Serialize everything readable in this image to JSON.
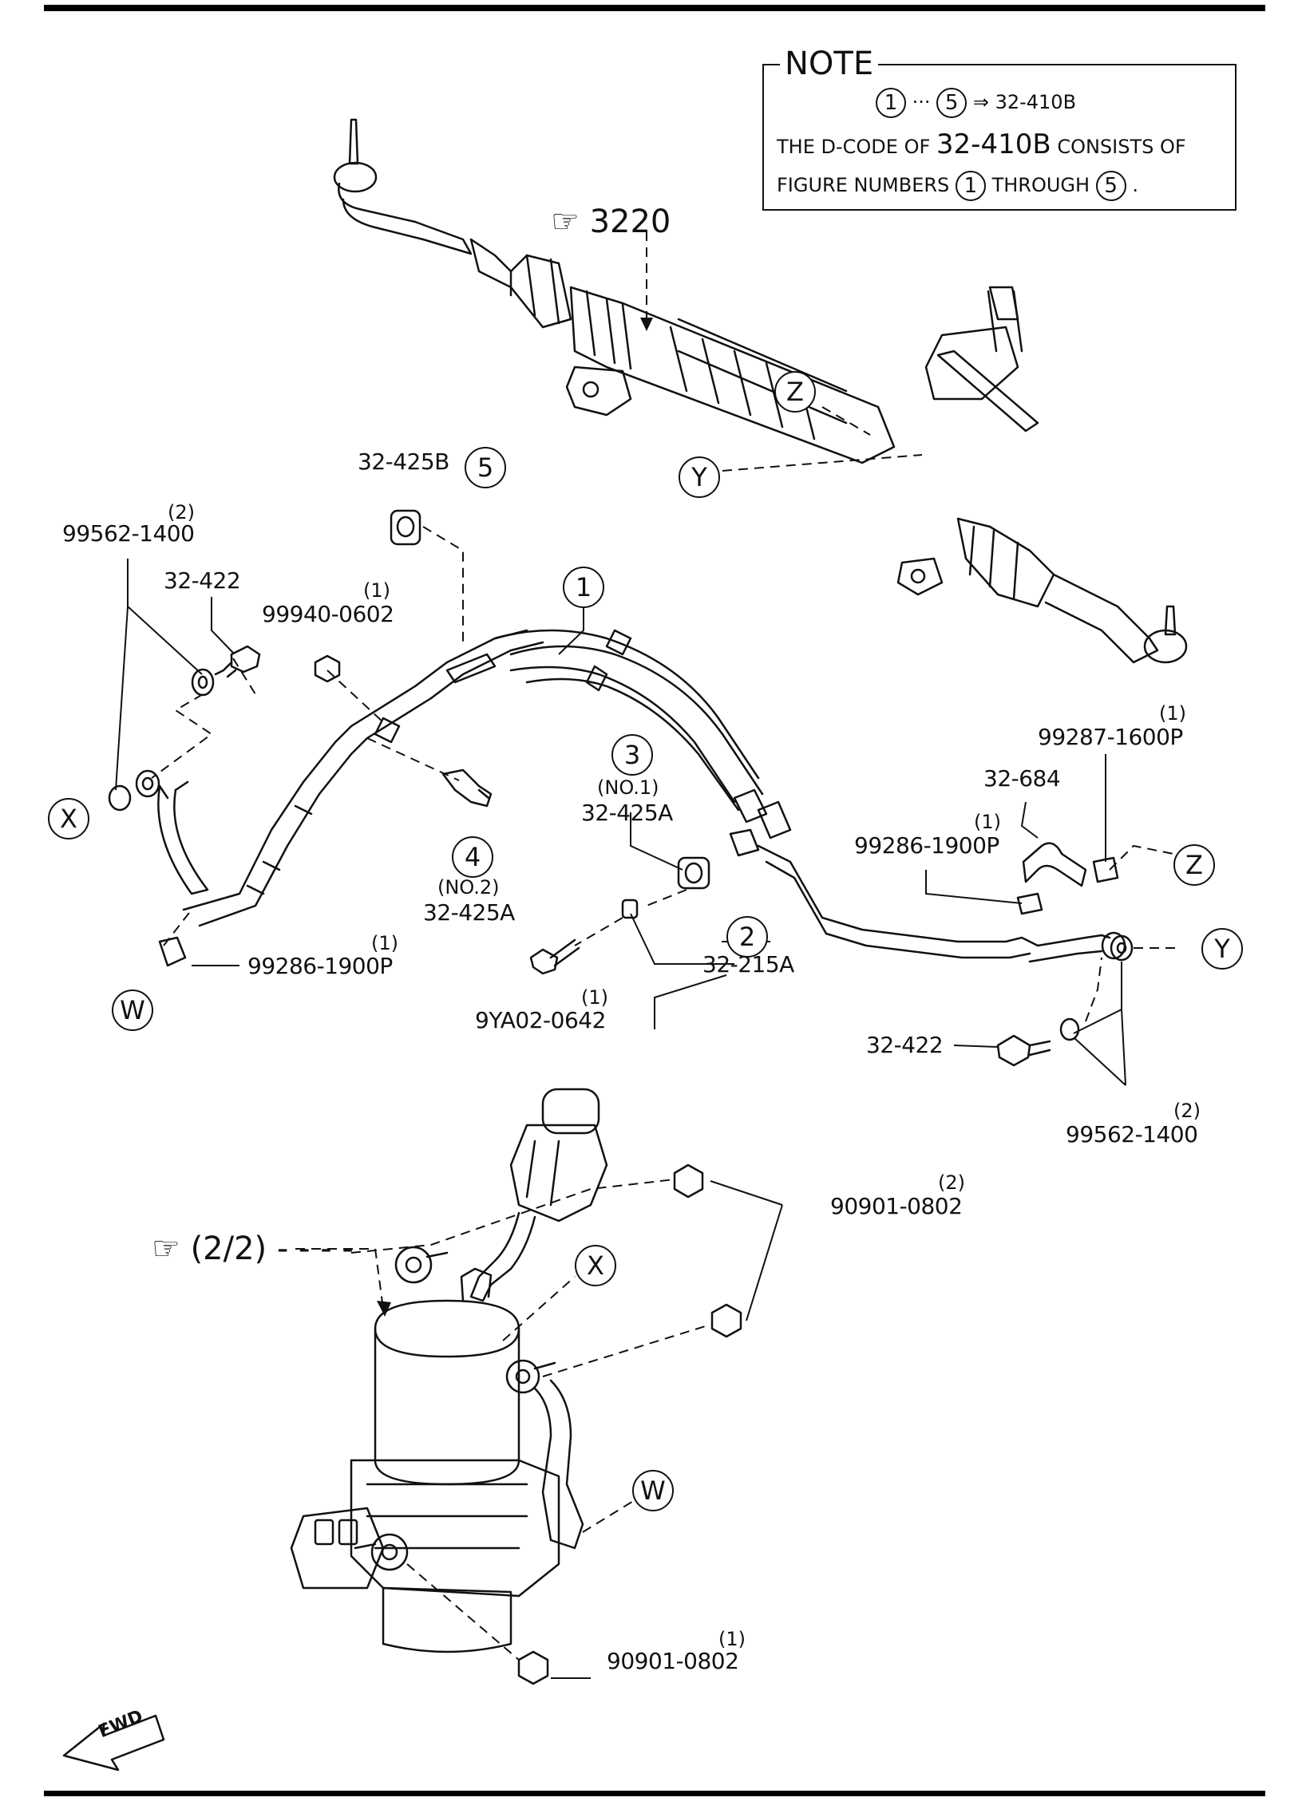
{
  "note": {
    "title": "NOTE",
    "range_from": "1",
    "range_dots": "···",
    "range_to": "5",
    "arrow": "⇒",
    "range_target": "32-410B",
    "line2_pre": "THE D-CODE OF",
    "line2_code": "32-410B",
    "line2_post": "CONSISTS OF",
    "line3_pre": "FIGURE NUMBERS",
    "line3_from": "1",
    "line3_mid": "THROUGH",
    "line3_to": "5",
    "line3_end": "."
  },
  "refs": {
    "ref_3220": "3220",
    "ref_2_2": "(2/2)",
    "hand_icon": "pointing-hand-icon"
  },
  "figure_numbers": {
    "fig1": "1",
    "fig2": "2",
    "fig3": "3",
    "fig4": "4",
    "fig5": "5"
  },
  "connectors": {
    "x_top": "X",
    "w_top": "W",
    "z_top": "Z",
    "y_top": "Y",
    "z_right": "Z",
    "y_right": "Y",
    "x_pump": "X",
    "w_pump": "W"
  },
  "parts": {
    "p_32_425B": "32-425B",
    "p_99562_1400_a_qty": "(2)",
    "p_99562_1400_a": "99562-1400",
    "p_32_422_a": "32-422",
    "p_99940_0602_qty": "(1)",
    "p_99940_0602": "99940-0602",
    "p_32_425A_no1_tag": "(NO.1)",
    "p_32_425A_no1": "32-425A",
    "p_32_425A_no2_tag": "(NO.2)",
    "p_32_425A_no2": "32-425A",
    "p_32_215A": "32-215A",
    "p_9YA02_0642_qty": "(1)",
    "p_9YA02_0642": "9YA02-0642",
    "p_99286_1900P_a_qty": "(1)",
    "p_99286_1900P_a": "99286-1900P",
    "p_99287_1600P_qty": "(1)",
    "p_99287_1600P": "99287-1600P",
    "p_32_684": "32-684",
    "p_99286_1900P_b_qty": "(1)",
    "p_99286_1900P_b": "99286-1900P",
    "p_32_422_b": "32-422",
    "p_99562_1400_b_qty": "(2)",
    "p_99562_1400_b": "99562-1400",
    "p_90901_0802_a_qty": "(2)",
    "p_90901_0802_a": "90901-0802",
    "p_90901_0802_b_qty": "(1)",
    "p_90901_0802_b": "90901-0802"
  },
  "fwd": "FWD"
}
